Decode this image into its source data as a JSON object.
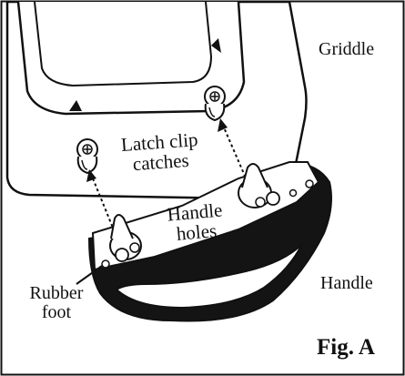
{
  "labels": {
    "griddle": "Griddle",
    "latch_line1": "Latch clip",
    "latch_line2": "catches",
    "holes_line1": "Handle",
    "holes_line2": "holes",
    "foot_line1": "Rubber",
    "foot_line2": "foot",
    "handle": "Handle",
    "figure": "Fig. A"
  },
  "colors": {
    "ink": "#111111",
    "paper": "#ffffff",
    "handle_fill": "#141414"
  }
}
